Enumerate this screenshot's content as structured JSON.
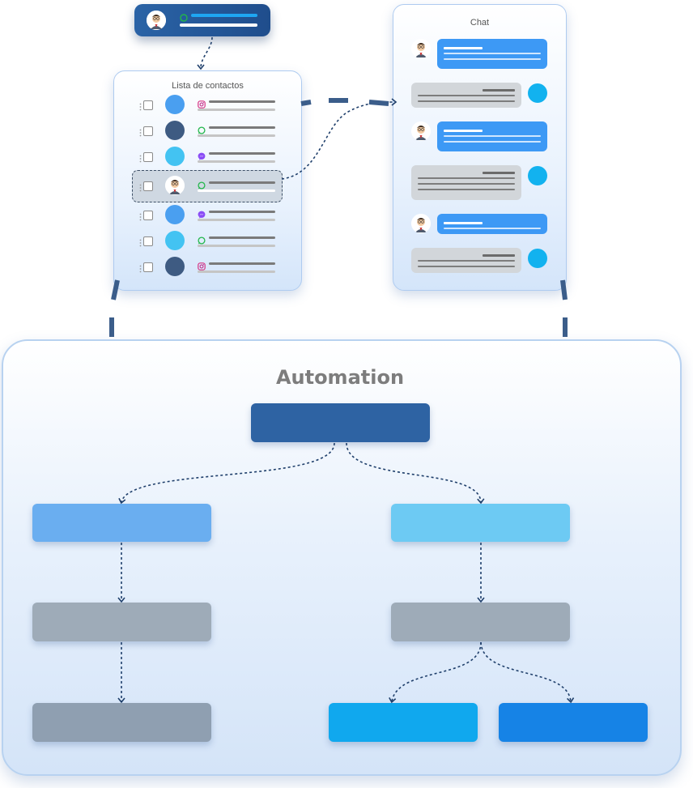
{
  "contacts_list": {
    "title": "Lista de contactos",
    "rows": [
      {
        "channel": "instagram",
        "avatar_color": "#4a9ff0"
      },
      {
        "channel": "whatsapp",
        "avatar_color": "#3e5b82"
      },
      {
        "channel": "messenger",
        "avatar_color": "#43c3f2"
      },
      {
        "channel": "whatsapp",
        "avatar_color": "person",
        "selected": true
      },
      {
        "channel": "messenger",
        "avatar_color": "#4a9ff0"
      },
      {
        "channel": "whatsapp",
        "avatar_color": "#43c3f2"
      },
      {
        "channel": "instagram",
        "avatar_color": "#3e5b82"
      }
    ]
  },
  "chat": {
    "title": "Chat",
    "messages": [
      {
        "from": "contact"
      },
      {
        "from": "agent"
      },
      {
        "from": "contact"
      },
      {
        "from": "agent"
      },
      {
        "from": "contact"
      },
      {
        "from": "agent"
      }
    ]
  },
  "automation": {
    "title": "Automation",
    "colors": {
      "root": "#2e63a3",
      "branch_left": "#6aaef0",
      "branch_right": "#6dcaf3",
      "step": "#9eabb8",
      "step_dark": "#8f9fb1",
      "leaf_left": "#10a8ee",
      "leaf_right": "#1683e6"
    }
  },
  "colors": {
    "connector": "#1f3f6b",
    "whatsapp": "#22b64a",
    "notification_bar": "#1ea6f2"
  }
}
